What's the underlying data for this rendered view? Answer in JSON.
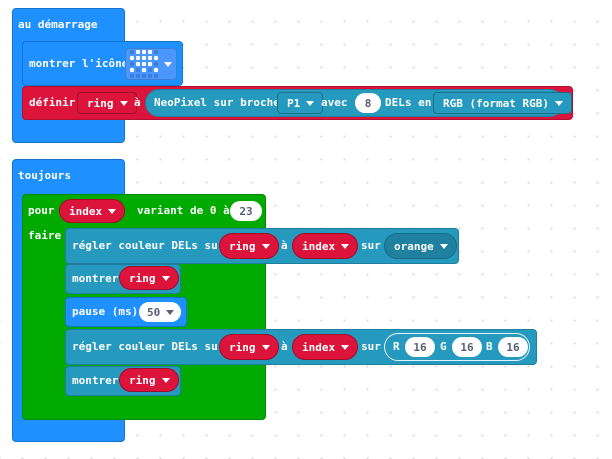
{
  "on_start": {
    "hat_label": "au démarrage",
    "show_icon_label": "montrer l'icône",
    "icon_name": "tortoise-icon",
    "icon_leds": [
      0,
      1,
      1,
      1,
      0,
      1,
      1,
      1,
      1,
      1,
      0,
      1,
      1,
      1,
      0,
      1,
      0,
      1,
      0,
      1,
      0,
      0,
      0,
      0,
      0
    ],
    "set_label": "définir",
    "var_name": "ring",
    "to_label": "à",
    "neopixel_label": "NeoPixel sur broche",
    "pin": "P1",
    "with_label": "avec",
    "led_count": "8",
    "leds_in_label": "DELs en",
    "mode": "RGB (format RGB)"
  },
  "forever": {
    "hat_label": "toujours",
    "for_label": "pour",
    "index_var": "index",
    "range_label": "variant de 0 à",
    "range_end": "23",
    "do_label": "faire",
    "set_pixel_label": "régler couleur DELs sur",
    "ring_var": "ring",
    "at_label": "à",
    "index_var2": "index",
    "on_label": "sur",
    "color_name": "orange",
    "show_label": "montrer",
    "pause_label": "pause (ms)",
    "pause_value": "50",
    "set_pixel_label2": "régler couleur DELs sur",
    "rgb_r_label": "R",
    "rgb_r": "16",
    "rgb_g_label": "G",
    "rgb_g": "16",
    "rgb_b_label": "B",
    "rgb_b": "16",
    "show_label2": "montrer"
  },
  "colors": {
    "basic": "#1e90ff",
    "variables": "#dc143c",
    "neopixel": "#2699bf",
    "loops": "#00aa00"
  }
}
